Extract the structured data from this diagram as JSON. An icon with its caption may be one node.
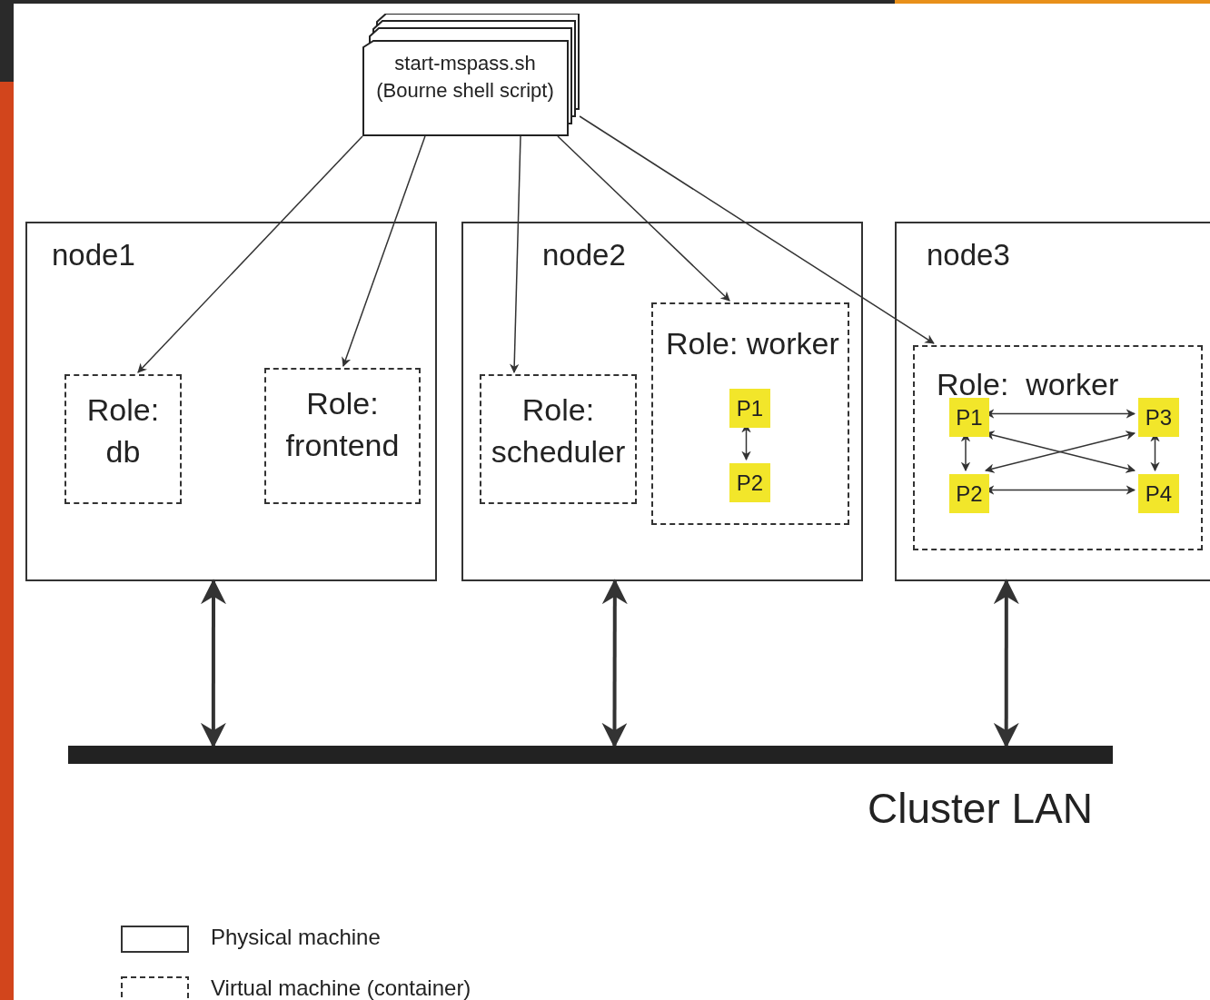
{
  "diagram": {
    "nodes": [
      {
        "text": [
          "start-mspass.sh (Bourne shell script)"
        ]
      },
      {
        "text": [
          "node1"
        ]
      },
      {
        "text": [
          "Role: db"
        ],
        "in": 1
      },
      {
        "text": [
          "Role: frontend"
        ],
        "in": 1
      },
      {
        "text": [
          "node2"
        ]
      },
      {
        "text": [
          "Role: scheduler"
        ],
        "in": 4
      },
      {
        "text": [
          "Role: worker"
        ],
        "in": 4
      },
      {
        "text": [
          "P1"
        ],
        "in": 6
      },
      {
        "text": [
          "P2"
        ],
        "in": 6
      },
      {
        "text": [
          "node3"
        ]
      },
      {
        "text": [
          "Role:  worker"
        ],
        "in": 9
      },
      {
        "text": [
          "P1"
        ],
        "in": 10
      },
      {
        "text": [
          "P3"
        ],
        "in": 10
      },
      {
        "text": [
          "P2"
        ],
        "in": 10
      },
      {
        "text": [
          "P4"
        ],
        "in": 10
      },
      {
        "text": [],
        "shape": "bar",
        "beside": [
          "Cluster LAN"
        ]
      }
    ],
    "edges": [
      {
        "from": 0,
        "to": 2,
        "arrow": "to"
      },
      {
        "from": 0,
        "to": 3,
        "arrow": "to"
      },
      {
        "from": 0,
        "to": 5,
        "arrow": "to"
      },
      {
        "from": 0,
        "to": 6,
        "arrow": "to"
      },
      {
        "from": 0,
        "to": 10,
        "arrow": "to"
      },
      {
        "from": 7,
        "to": 8,
        "arrow": "both"
      },
      {
        "from": 11,
        "to": 12,
        "arrow": "both"
      },
      {
        "from": 11,
        "to": 13,
        "arrow": "both"
      },
      {
        "from": 11,
        "to": 14,
        "arrow": "both"
      },
      {
        "from": 13,
        "to": 12,
        "arrow": "both"
      },
      {
        "from": 13,
        "to": 14,
        "arrow": "both"
      },
      {
        "from": 12,
        "to": 14,
        "arrow": "both"
      },
      {
        "from": 1,
        "to": 15,
        "arrow": "both",
        "style": "thick"
      },
      {
        "from": 4,
        "to": 15,
        "arrow": "both",
        "style": "thick"
      },
      {
        "from": 9,
        "to": 15,
        "arrow": "both",
        "style": "thick"
      }
    ],
    "legend": [
      {
        "text": "Physical machine"
      },
      {
        "text": "Virtual machine (container)"
      }
    ]
  }
}
